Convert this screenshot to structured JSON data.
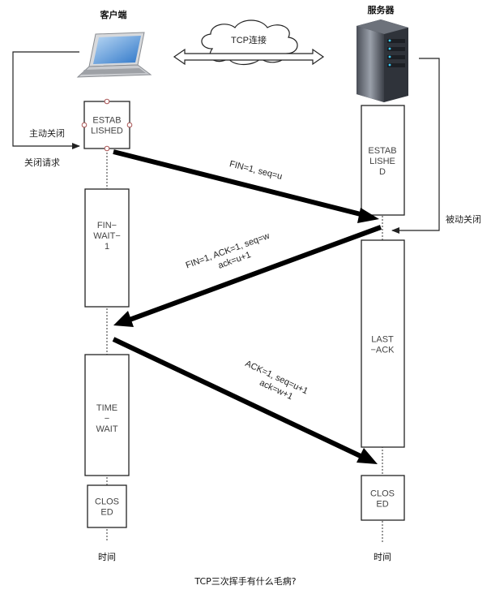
{
  "client": {
    "title": "客户端",
    "states": [
      "ESTAB\nLISHED",
      "FIN−\nWAIT−\n1",
      "TIME\n−\nWAIT",
      "CLOS\nED"
    ],
    "active_close": "主动关闭",
    "close_request": "关闭请求",
    "time_label": "时间"
  },
  "server": {
    "title": "服务器",
    "states": [
      "ESTAB\nLISHE\nD",
      "LAST\n−ACK",
      "CLOS\nED"
    ],
    "passive_close": "被动关闭",
    "time_label": "时间"
  },
  "connection": {
    "label": "TCP连接"
  },
  "messages": [
    {
      "lines": [
        "FIN=1,  seq=u"
      ]
    },
    {
      "lines": [
        "FIN=1,  ACK=1,  seq=w",
        "ack=u+1"
      ]
    },
    {
      "lines": [
        "ACK=1,  seq=u+1",
        "ack=w+1"
      ]
    }
  ],
  "caption": "TCP三次挥手有什么毛病?"
}
